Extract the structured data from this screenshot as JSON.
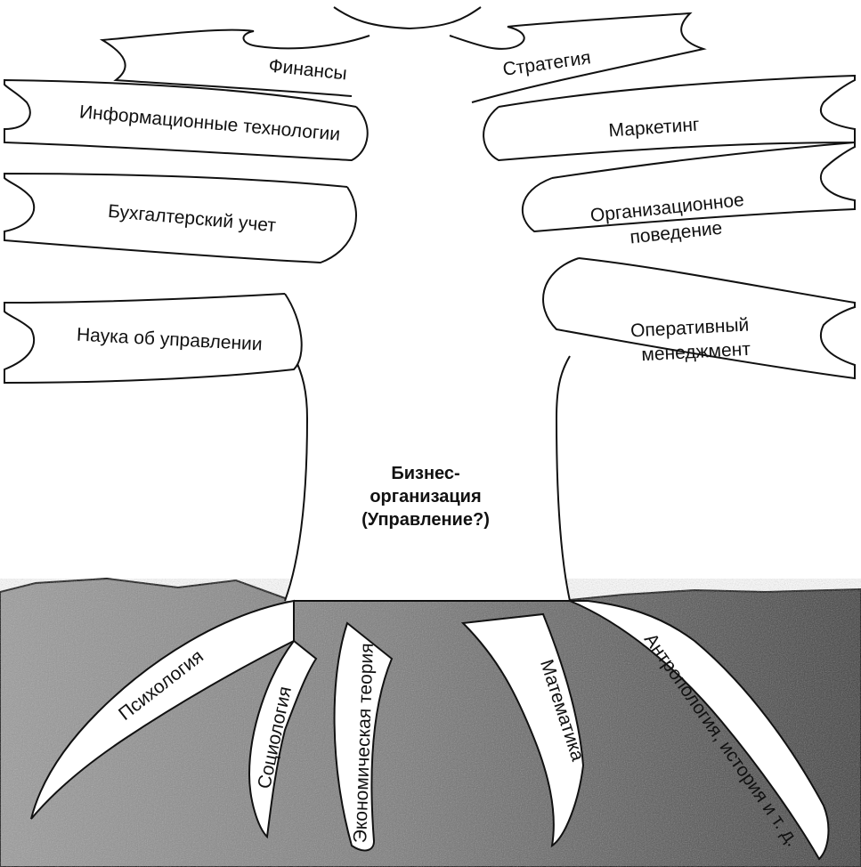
{
  "trunk": {
    "line1": "Бизнес-",
    "line2": "организация",
    "line3": "(Управление?)"
  },
  "branches": {
    "finance": "Финансы",
    "strategy": "Стратегия",
    "it": "Информационные технологии",
    "marketing": "Маркетинг",
    "accounting": "Бухгалтерский учет",
    "org_behavior_line1": "Организационное",
    "org_behavior_line2": "поведение",
    "management_science": "Наука об управлении",
    "operations_line1": "Оперативный",
    "operations_line2": "менеджмент"
  },
  "roots": {
    "psychology": "Психология",
    "sociology": "Социология",
    "economics": "Экономическая теория",
    "mathematics": "Математика",
    "anthropology": "Антропология, история и т. д."
  },
  "colors": {
    "outline": "#111111",
    "ground_dark": "#3a3a3a",
    "ground_light": "#8c8c8c",
    "tree_fill": "#ffffff"
  }
}
